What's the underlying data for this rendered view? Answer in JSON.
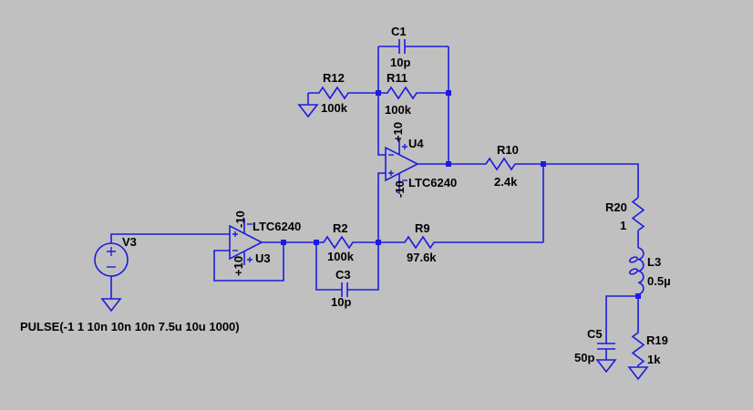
{
  "canvas": {
    "background_color": "#c0c0c0",
    "wire_color": "#1c1ce0",
    "text_color": "#000000"
  },
  "components": {
    "c1": {
      "ref": "C1",
      "value": "10p"
    },
    "r11": {
      "ref": "R11",
      "value": "100k"
    },
    "r12": {
      "ref": "R12",
      "value": "100k"
    },
    "u4": {
      "ref": "U4",
      "part": "LTC6240",
      "supply_top": "+10",
      "supply_bottom": "-10"
    },
    "r10": {
      "ref": "R10",
      "value": "2.4k"
    },
    "u3": {
      "ref": "U3",
      "part": "LTC6240",
      "supply_top": "-10",
      "supply_bottom": "+10"
    },
    "v3": {
      "ref": "V3",
      "value": "PULSE(-1 1 10n 10n 10n 7.5u 10u 1000)"
    },
    "r2": {
      "ref": "R2",
      "value": "100k"
    },
    "c3": {
      "ref": "C3",
      "value": "10p"
    },
    "r9": {
      "ref": "R9",
      "value": "97.6k"
    },
    "r20": {
      "ref": "R20",
      "value": "1"
    },
    "l3": {
      "ref": "L3",
      "value": "0.5µ"
    },
    "c5": {
      "ref": "C5",
      "value": "50p"
    },
    "r19": {
      "ref": "R19",
      "value": "1k"
    }
  }
}
